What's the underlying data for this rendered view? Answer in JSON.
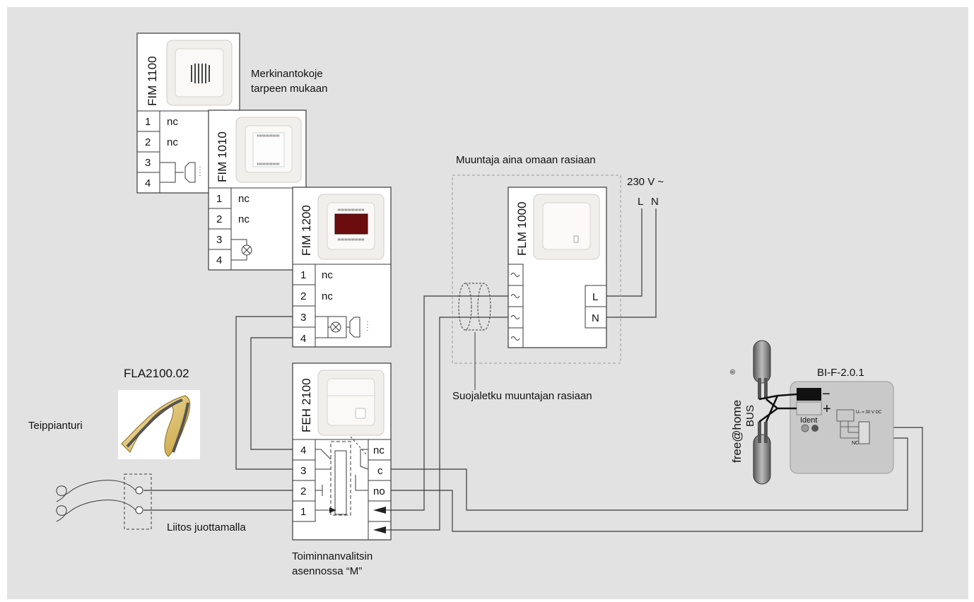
{
  "modules": {
    "fim1100": {
      "name": "FIM 1100",
      "terminals": [
        "1",
        "2",
        "3",
        "4"
      ],
      "labels": [
        "nc",
        "nc"
      ]
    },
    "fim1010": {
      "name": "FIM 1010",
      "terminals": [
        "1",
        "2",
        "3",
        "4"
      ],
      "labels": [
        "nc",
        "nc"
      ]
    },
    "fim1200": {
      "name": "FIM 1200",
      "terminals": [
        "1",
        "2",
        "3",
        "4"
      ],
      "labels": [
        "nc",
        "nc"
      ]
    },
    "feh2100": {
      "name": "FEH 2100",
      "terminals": [
        "4",
        "3",
        "2",
        "1"
      ],
      "contacts": [
        "nc",
        "c",
        "no"
      ]
    },
    "flm1000": {
      "name": "FLM 1000",
      "terminals": [
        "L",
        "N"
      ]
    }
  },
  "labels": {
    "signal_line1": "Merkinantokoje",
    "signal_line2": "tarpeen mukaan",
    "transformer_note": "Muuntaja aina omaan rasiaan",
    "voltage": "230 V ~",
    "phase": "L",
    "neutral": "N",
    "conduit_note": "Suojaletku muuntajan rasiaan",
    "sensor_model": "FLA2100.02",
    "sensor_name": "Teippianturi",
    "solder_note": "Liitos juottamalla",
    "selector_line1": "Toiminnanvalitsin",
    "selector_line2": "asennossa “M”",
    "binary_input": "BI-F-2.0.1",
    "bus_brand": "free@home",
    "bus_label": "BUS",
    "registered": "®",
    "plus": "+",
    "minus": "−",
    "ident": "Ident",
    "nc_small": "NC",
    "spec_small": "Uₙ = 30 V DC"
  },
  "colors": {
    "background": "#e2e2e2",
    "panel_border": "#4a4a4a",
    "wire": "#3a3a3a",
    "bi_device": "#c9c9c9"
  }
}
